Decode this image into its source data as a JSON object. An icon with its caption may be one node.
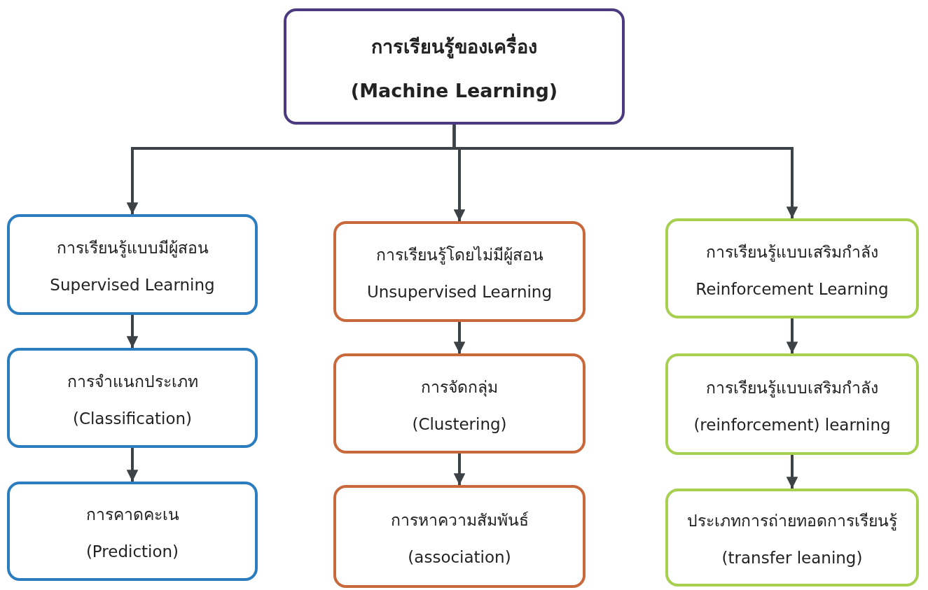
{
  "diagram": {
    "nodes": [
      {
        "text": [
          "การเรียนรู้ของเครื่อง",
          "(Machine Learning)"
        ]
      },
      {
        "text": [
          "การเรียนรู้แบบมีผู้สอน",
          "Supervised Learning"
        ]
      },
      {
        "text": [
          "การเรียนรู้โดยไม่มีผู้สอน",
          "Unsupervised Learning"
        ]
      },
      {
        "text": [
          "การเรียนรู้แบบเสริมกำลัง",
          "Reinforcement Learning"
        ]
      },
      {
        "text": [
          "การจำแนกประเภท",
          "(Classification)"
        ]
      },
      {
        "text": [
          "การจัดกลุ่ม",
          "(Clustering)"
        ]
      },
      {
        "text": [
          "การเรียนรู้แบบเสริมกำลัง",
          "(reinforcement) learning"
        ]
      },
      {
        "text": [
          "การคาดคะเน",
          "(Prediction)"
        ]
      },
      {
        "text": [
          "การหาความสัมพันธ์",
          "(association)"
        ]
      },
      {
        "text": [
          "ประเภทการถ่ายทอดการเรียนรู้",
          "(transfer leaning)"
        ]
      }
    ],
    "edges": [
      {
        "from": 0,
        "to": 1,
        "arrow": "to"
      },
      {
        "from": 0,
        "to": 2,
        "arrow": "to"
      },
      {
        "from": 0,
        "to": 3,
        "arrow": "to"
      },
      {
        "from": 1,
        "to": 4,
        "arrow": "to"
      },
      {
        "from": 4,
        "to": 7,
        "arrow": "to"
      },
      {
        "from": 2,
        "to": 5,
        "arrow": "to"
      },
      {
        "from": 5,
        "to": 8,
        "arrow": "to"
      },
      {
        "from": 3,
        "to": 6,
        "arrow": "to"
      },
      {
        "from": 6,
        "to": 9,
        "arrow": "to"
      }
    ]
  }
}
